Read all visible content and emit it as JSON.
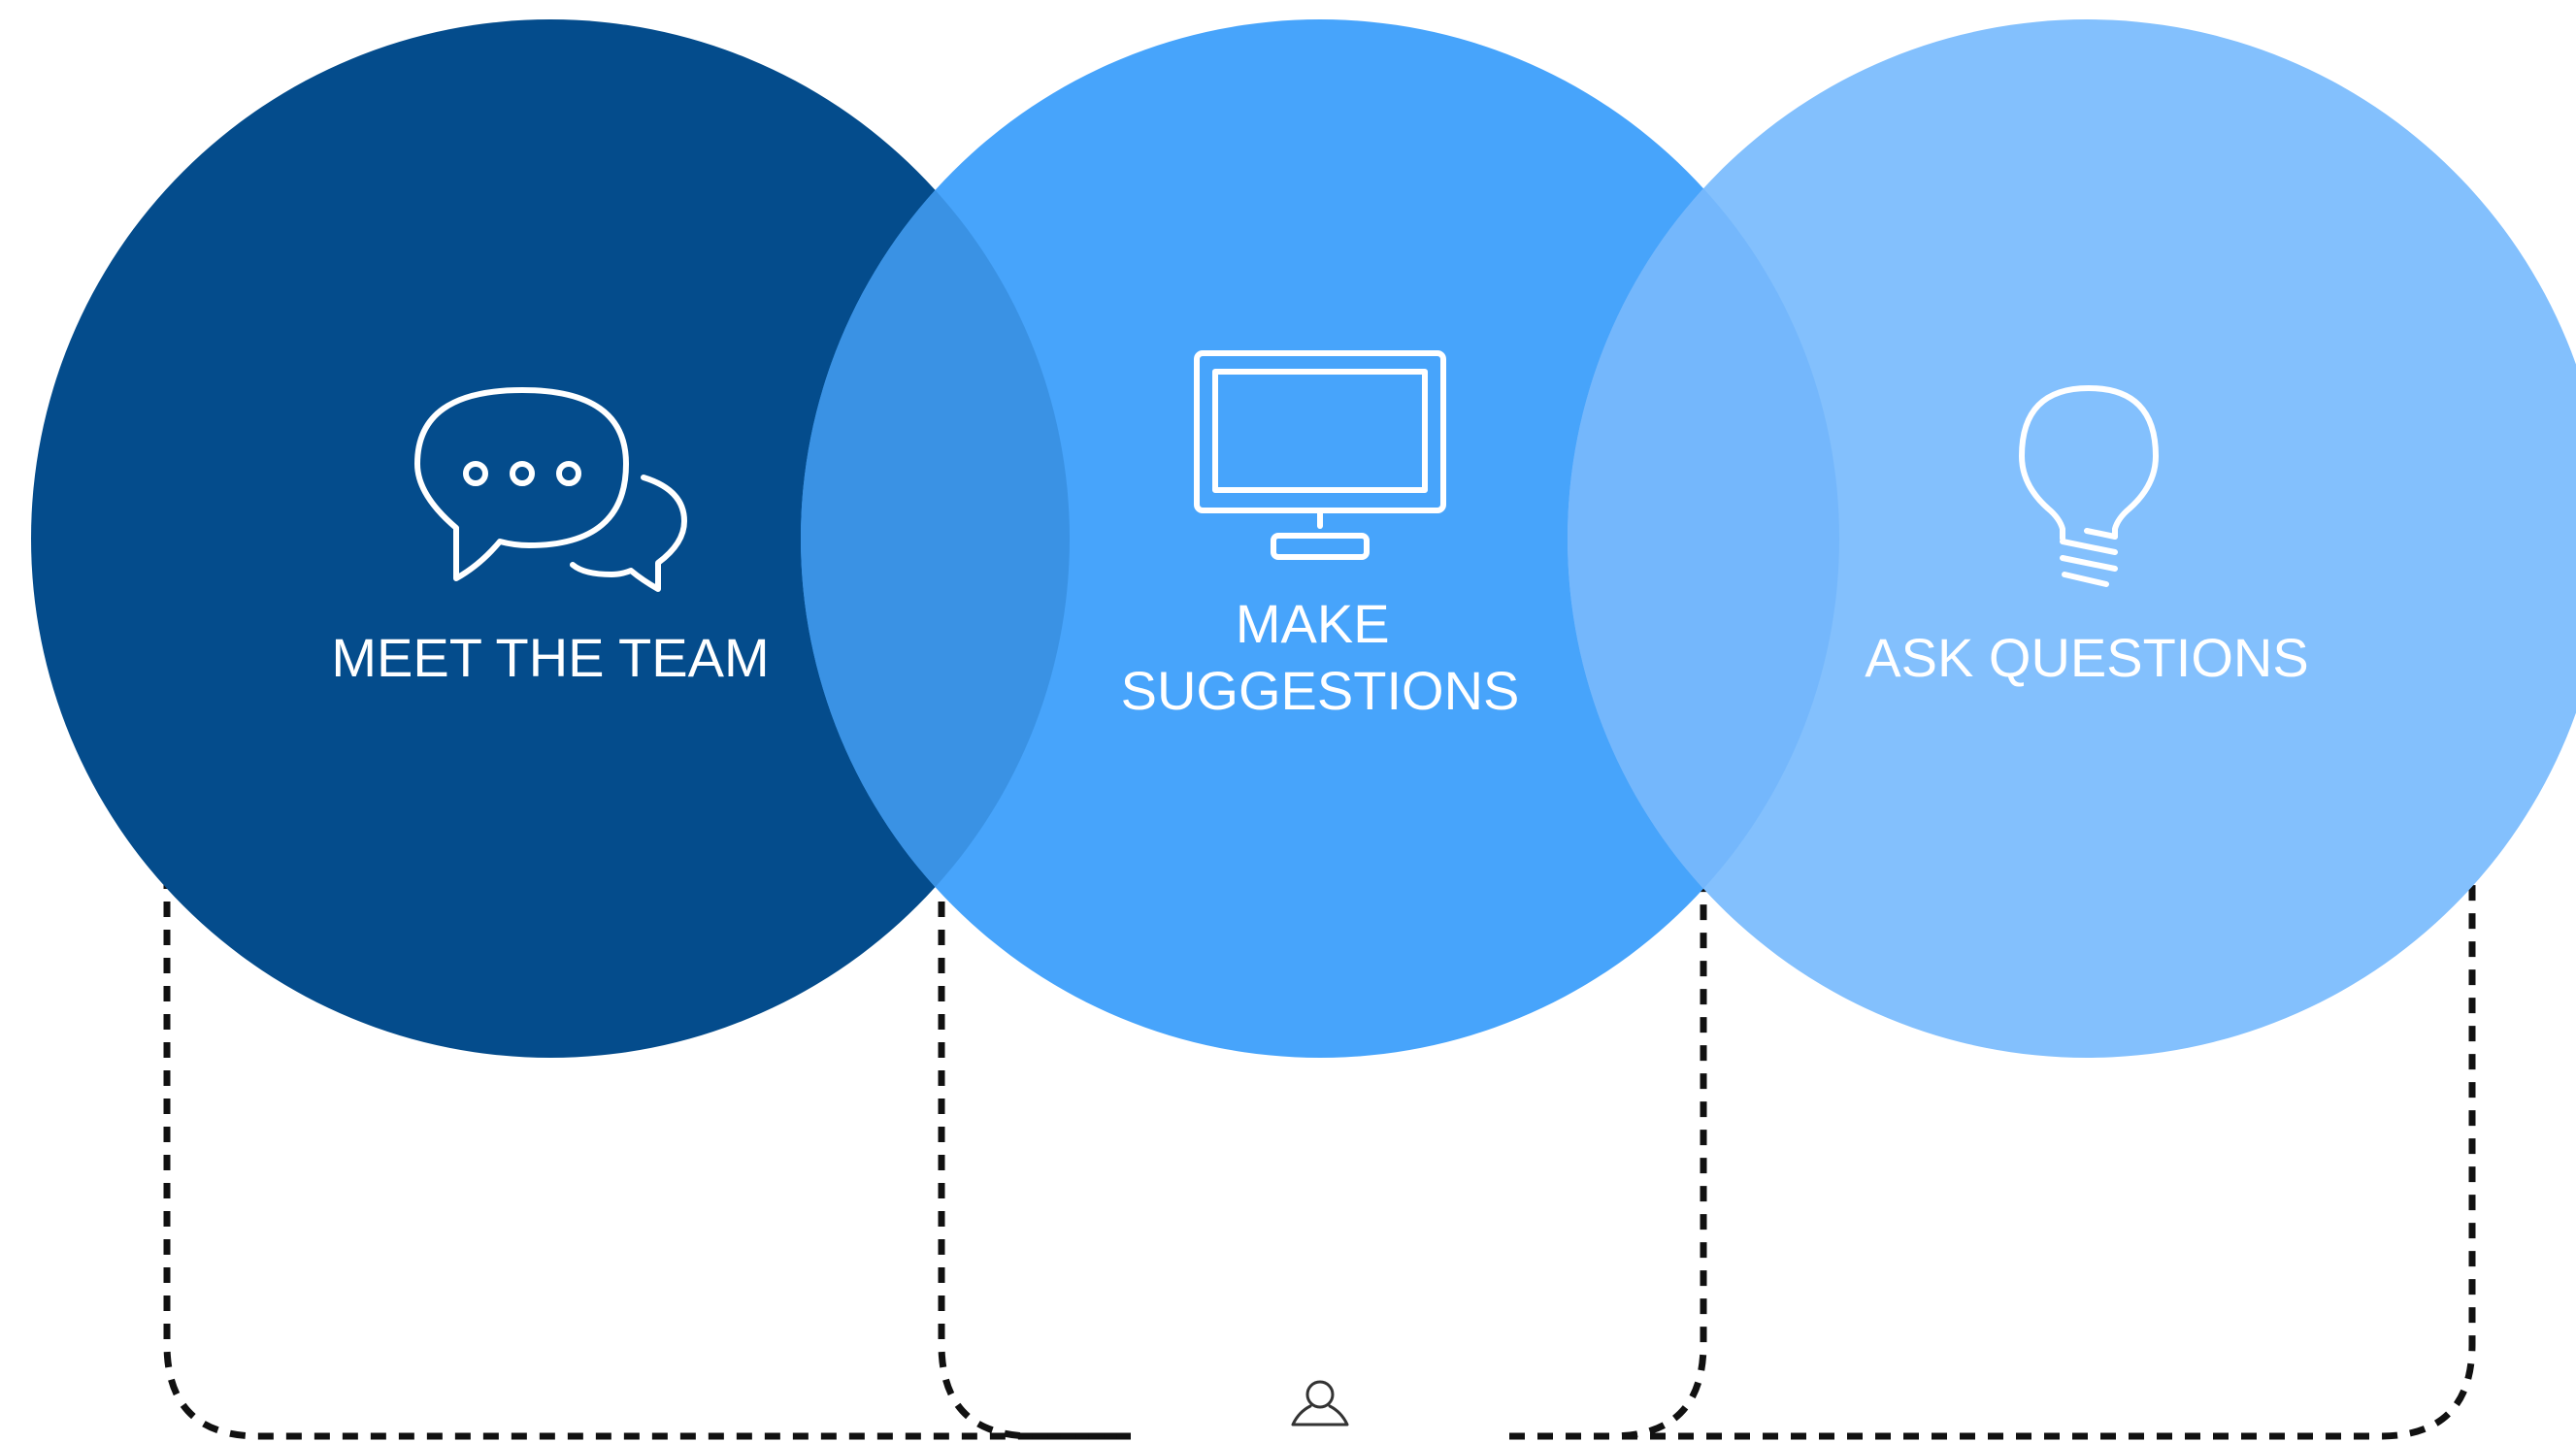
{
  "diagram": {
    "circles": [
      {
        "id": "team",
        "label_lines": [
          "MEET THE TEAM"
        ],
        "icon": "chat-bubbles-icon",
        "color": "#044C8C"
      },
      {
        "id": "suggestions",
        "label_lines": [
          "MAKE",
          "SUGGESTIONS"
        ],
        "icon": "monitor-icon",
        "color": "#47A4FB"
      },
      {
        "id": "questions",
        "label_lines": [
          "ASK QUESTIONS"
        ],
        "icon": "lightbulb-icon",
        "color": "#83C0FD"
      }
    ],
    "overlap_colors": [
      "#3A92E4",
      "#74B7FC"
    ],
    "bottom_icon": "person-icon",
    "dashed_color": "#111111"
  }
}
